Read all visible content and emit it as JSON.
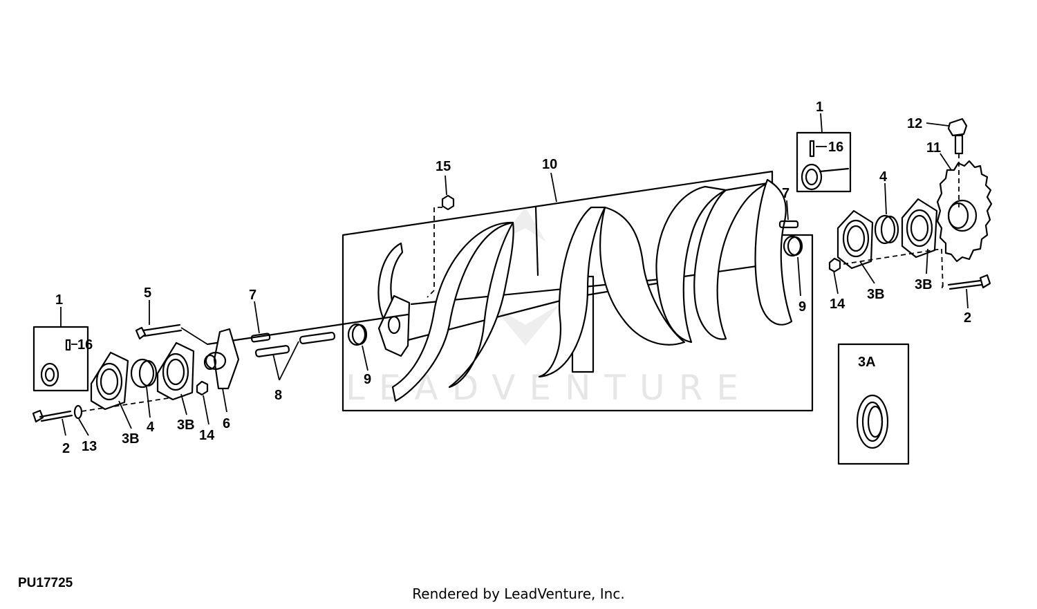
{
  "diagram": {
    "figure_id": "PU17725",
    "credit": "Rendered by LeadVenture, Inc.",
    "watermark": "LEADVENTURE",
    "callouts": {
      "c1_left": "1",
      "c16_left": "16",
      "c5": "5",
      "c7_left": "7",
      "c8": "8",
      "c2_left": "2",
      "c13": "13",
      "c3b_a": "3B",
      "c4_left": "4",
      "c3b_b": "3B",
      "c14_left": "14",
      "c6": "6",
      "c15": "15",
      "c9_left": "9",
      "c10": "10",
      "c7_right": "7",
      "c9_right": "9",
      "c1_right": "1",
      "c16_right": "16",
      "c4_right": "4",
      "c14_right": "14",
      "c3b_c": "3B",
      "c3b_d": "3B",
      "c2_right": "2",
      "c12": "12",
      "c11": "11",
      "c3a": "3A"
    }
  }
}
